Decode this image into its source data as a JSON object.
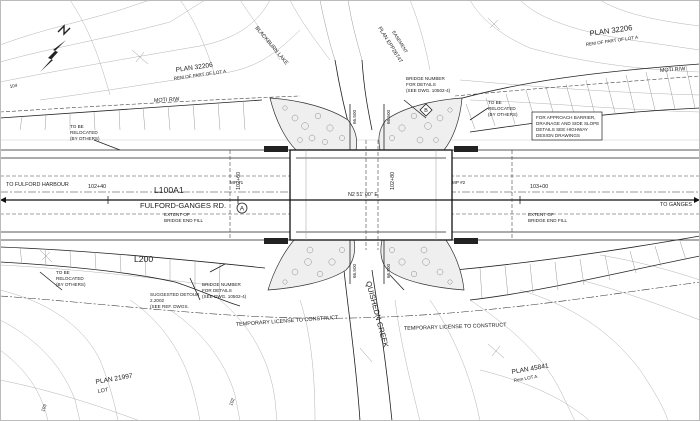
{
  "labels": {
    "blackburn_lake": "BLACKBURN LAKE",
    "plan_32206_left": "PLAN 32206",
    "rem_lot_a_left": "REM OF PART OF LOT A",
    "plan_32206_right": "PLAN 32206",
    "rem_lot_a_right": "REM OF PART OF LOT A",
    "plan_epp_top": "PLAN EPP26747",
    "easement": "EASEMENT",
    "plan_21997": "PLAN 21997",
    "lot_bottom_left": "LOT",
    "plan_45841": "PLAN 45841",
    "rem_lot_a_bottom": "Rem LOT A",
    "moti_rw_left": "MOTI R/W",
    "moti_rw_right": "MOTI R/W",
    "to_fulford_harbour": "TO FULFORD HARBOUR",
    "to_ganges": "TO GANGES",
    "alignment_main": "L100A1",
    "road_name": "FULFORD-GANGES RD.",
    "alignment_sub": "L200",
    "creek_name": "QUISHEDN CREEK",
    "sta_102_40": "102+40",
    "sta_102_60": "102+60",
    "sta_102_80": "102+80",
    "sta_103_00": "103+00",
    "mp_left": "MP #1",
    "mp_right": "MP #2",
    "bearing": "N2 51' 00\" E",
    "relocated_top_left": [
      "TO BE",
      "RELOCATED",
      "(BY OTHERS)"
    ],
    "relocated_top_right": [
      "TO BE",
      "RELOCATED",
      "(BY OTHERS)"
    ],
    "relocated_bottom_left": [
      "TO BE",
      "RELOCATED",
      "(BY OTHERS)"
    ],
    "bridge_number_top": [
      "BRIDGE NUMBER",
      "FOR DETAILS",
      "(SEE DWG. 10502-4)"
    ],
    "bridge_number_bottom": [
      "BRIDGE NUMBER",
      "FOR DETAILS",
      "(SEE DWG. 10502-4)"
    ],
    "approach_note": [
      "FOR APPROACH BARRIER,",
      "DRAINAGE AND SIDE SLOPE",
      "DETAILS SEE HIGHWAY",
      "DESIGN DRAWINGS"
    ],
    "fill_left": [
      "EXTENT OF",
      "BRIDGE END FILL"
    ],
    "fill_right": [
      "EXTENT OF",
      "BRIDGE END FILL"
    ],
    "detour": [
      "SUGGESTED DETOUR",
      "2.2002",
      "(SEE REF. DWGS."
    ],
    "temp_license_left": "TEMPORARY LICENSE TO CONSTRUCT",
    "temp_license_right": "TEMPORARY LICENSE TO CONSTRUCT",
    "section_a": "A",
    "section_b": "B",
    "elev_500a": "66.500",
    "elev_500b": "66.500",
    "elev_500c": "66.500",
    "elev_500d": "66.500",
    "contour_104": "104",
    "contour_102": "102",
    "contour_103": "103"
  }
}
